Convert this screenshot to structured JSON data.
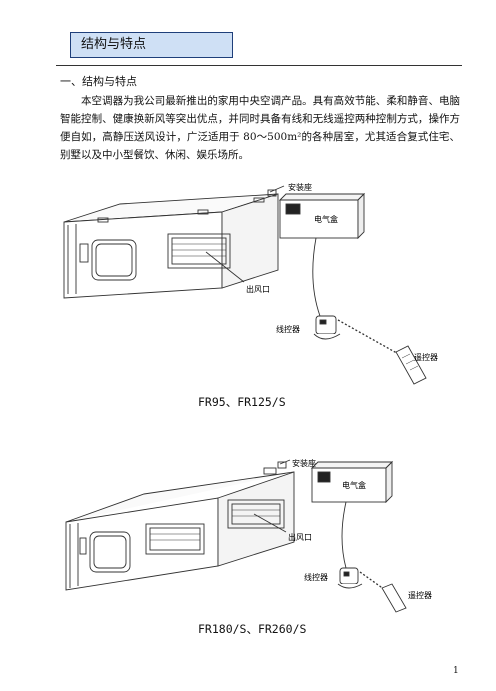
{
  "header": {
    "title": "结构与特点"
  },
  "section": {
    "heading": "一、结构与特点",
    "paragraph": "本空调器为我公司最新推出的家用中央空调产品。具有高效节能、柔和静音、电脑智能控制、健康换新风等突出优点，并同时具备有线和无线遥控两种控制方式，操作方便自如，高静压送风设计，广泛适用于 80～500m²的各种居室，尤其适合复式住宅、别墅以及中小型餐饮、休闲、娱乐场所。"
  },
  "figure1": {
    "caption": "FR95、FR125/S",
    "labels": {
      "mounting": "安装座",
      "control_box": "电气盒",
      "outlet": "出风口",
      "wired": "线控器",
      "remote": "遥控器"
    }
  },
  "figure2": {
    "caption": "FR180/S、FR260/S",
    "labels": {
      "mounting": "安装座",
      "control_box": "电气盒",
      "outlet": "出风口",
      "wired": "线控器",
      "remote": "遥控器"
    }
  },
  "page": {
    "number": "1"
  }
}
